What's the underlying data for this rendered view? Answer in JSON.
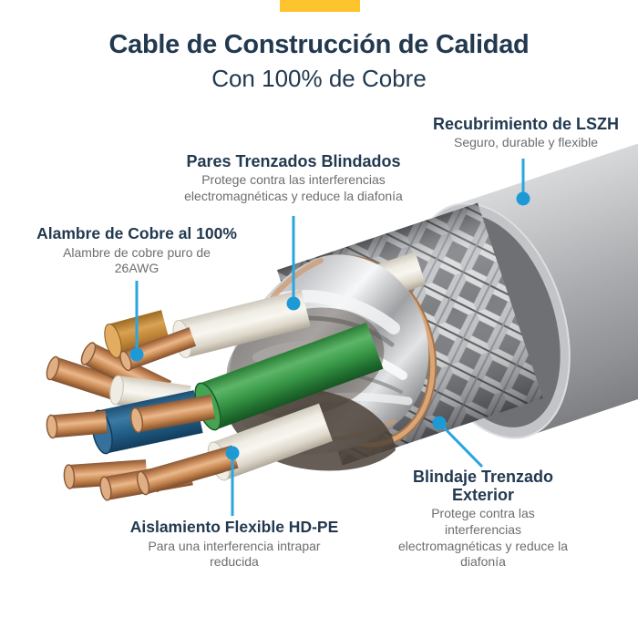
{
  "header": {
    "title": "Cable de Construcción de Calidad",
    "subtitle": "Con 100% de Cobre"
  },
  "callouts": [
    {
      "id": "recubrimiento",
      "title": "Recubrimiento de LSZH",
      "description": "Seguro, durable y flexible"
    },
    {
      "id": "pares-trenzados",
      "title": "Pares Trenzados Blindados",
      "description": "Protege contra las interferencias electromagnéticas y reduce la diafonía"
    },
    {
      "id": "alambre-cobre",
      "title": "Alambre de Cobre al 100%",
      "description": "Alambre de cobre puro de 26AWG"
    },
    {
      "id": "blindaje-trenzado",
      "title": "Blindaje Trenzado Exterior",
      "description": "Protege contra las interferencias electromagnéticas y reduce la diafonía"
    },
    {
      "id": "aislamiento",
      "title": "Aislamiento Flexible HD-PE",
      "description": "Para una interferencia intrapar reducida"
    }
  ],
  "illustration": {
    "name": "cable-cutaway-sftp",
    "parts": [
      "outer-jacket",
      "braided-shield",
      "copper-tape-ring",
      "foil-shield",
      "twisted-pair-wires",
      "copper-conductors"
    ]
  },
  "colors": {
    "accent_yellow": "#fdc42e",
    "heading_navy": "#223950",
    "body_gray": "#6b6d70",
    "callout_blue": "#29a6de",
    "jacket_gray": "#a8aaad",
    "copper": "#c08050",
    "insulation_white": "#e7e2d7",
    "insulation_green": "#3a9a49",
    "insulation_blue": "#23608a",
    "insulation_orange": "#c98c3a"
  }
}
